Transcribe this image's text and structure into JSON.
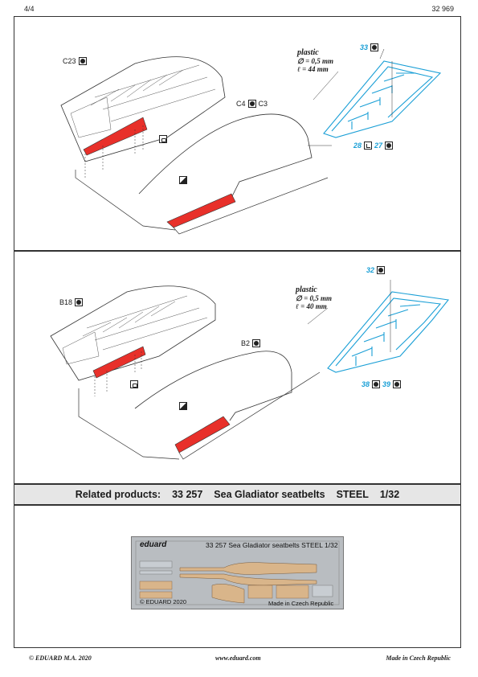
{
  "header": {
    "page": "4/4",
    "catalog": "32 969"
  },
  "panel1": {
    "callouts": {
      "c23": "C23",
      "c4": "C4",
      "c3": "C3",
      "p33": "33",
      "p28": "28",
      "p27": "27"
    },
    "spec": {
      "material": "plastic",
      "diameter": "∅ = 0,5 mm",
      "length": "ℓ = 44 mm"
    }
  },
  "panel2": {
    "callouts": {
      "b18": "B18",
      "b2": "B2",
      "p32": "32",
      "p38": "38",
      "p39": "39"
    },
    "spec": {
      "material": "plastic",
      "diameter": "∅ = 0,5 mm",
      "length": "ℓ = 40 mm"
    }
  },
  "related": {
    "label": "Related products:",
    "code": "33 257",
    "name": "Sea Gladiator seatbelts",
    "material": "STEEL",
    "scale": "1/32"
  },
  "sheet": {
    "brand": "eduard",
    "title": "33 257  Sea Gladiator seatbelts  STEEL  1/32",
    "copyright": "© EDUARD 2020",
    "origin": "Made in Czech Republic"
  },
  "footer": {
    "left": "© EDUARD  M.A. 2020",
    "center": "www.eduard.com",
    "right": "Made in Czech Republic"
  },
  "colors": {
    "red": "#e8302a",
    "blue": "#1a9fd6",
    "sheet": "#b9bdc1"
  }
}
